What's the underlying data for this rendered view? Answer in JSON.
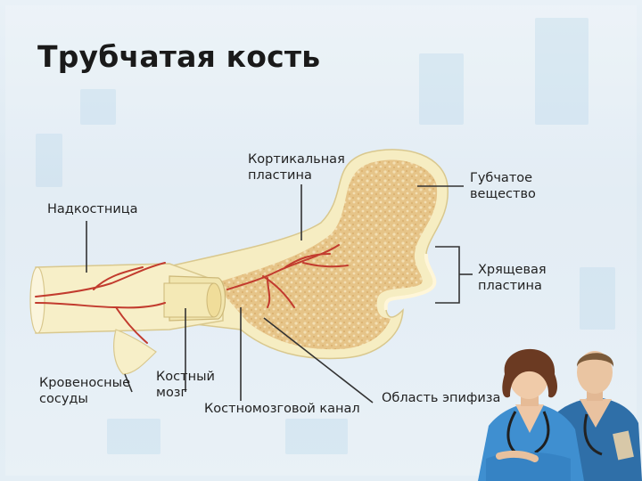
{
  "slide": {
    "title": "Трубчатая кость"
  },
  "labels": {
    "cortical": "Кортикальная\nпластина",
    "spongy": "Губчатое\nвещество",
    "periosteum": "Надкостница",
    "cartilage": "Хрящевая\nпластина",
    "vessels": "Кровеносные\nсосуды",
    "marrow": "Костный\nмозг",
    "canal": "Костномозговой канал",
    "epiphysis": "Область эпифиза"
  },
  "colors": {
    "bone_shaft": "#f6edc2",
    "spongy_fill": "#e8c98e",
    "vessel": "#c23b2e",
    "leader_line": "#333333",
    "scrub_blue": "#3f8fd0"
  }
}
